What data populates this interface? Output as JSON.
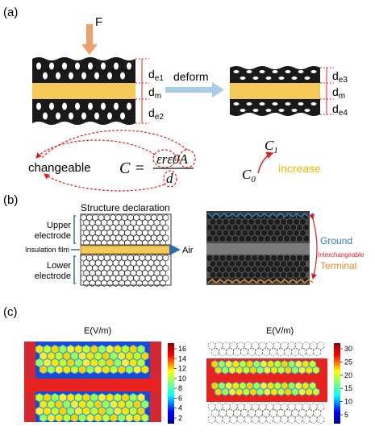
{
  "panel_a": {
    "label": "(a)",
    "force": "F",
    "deform": "deform",
    "dims_left": {
      "de1": "d",
      "de1_sub": "e1",
      "dm": "d",
      "dm_sub": "m",
      "de2": "d",
      "de2_sub": "e2"
    },
    "dims_right": {
      "de3": "d",
      "de3_sub": "e3",
      "dm": "d",
      "dm_sub": "m",
      "de4": "d",
      "de4_sub": "e4"
    },
    "changeable": "changeable",
    "formula": {
      "lhs": "C =",
      "num": "εrε0A",
      "den": "d"
    },
    "c1": "C",
    "c1_sub": "1",
    "c0": "C",
    "c0_sub": "0",
    "increase": "increase"
  },
  "panel_b": {
    "label": "(b)",
    "title": "Structure declaration",
    "upper": [
      "Upper",
      "electrode"
    ],
    "insulation": "Insulation film",
    "lower": [
      "Lower",
      "electrode"
    ],
    "air": "Air",
    "ground": "Ground",
    "interchangeable": "Interchangeable",
    "terminal": "Terminal"
  },
  "panel_c": {
    "label": "(c)",
    "title_left": "E(V/m)",
    "title_right": "E(V/m)",
    "ticks_left": [
      "16",
      "14",
      "12",
      "10",
      "8",
      "6",
      "4",
      "2"
    ],
    "ticks_right": [
      "30",
      "25",
      "20",
      "15",
      "10",
      "5"
    ]
  },
  "colors": {
    "electrode": "#1a1a1a",
    "film": "#f5c85a",
    "arrow_force": "#f0a06a",
    "arrow_deform": "#a9cce6",
    "ground": "#2e7ac4",
    "terminal": "#e08a2c",
    "red_annot": "#e02020",
    "field_high": "#e8231f"
  }
}
